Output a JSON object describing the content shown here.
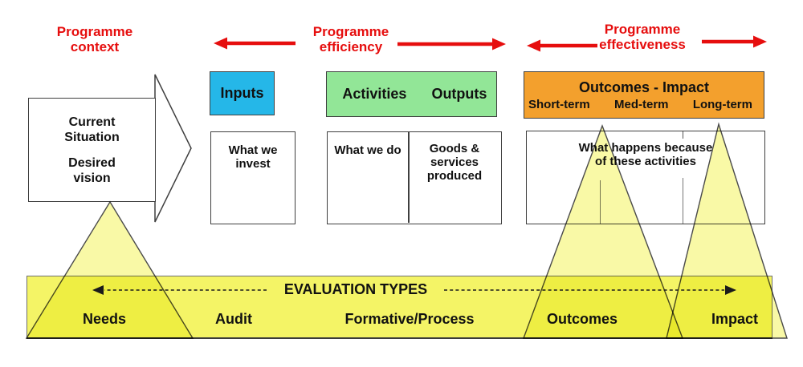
{
  "palette": {
    "red": "#e60e0e",
    "cyan": "#25b7e8",
    "green": "#92e697",
    "orange": "#f3a02d",
    "band-yellow": "#f4f466",
    "triangle-yellow": "#f7f790",
    "line-dark": "#3f3f3f"
  },
  "top_labels": {
    "context": {
      "line1": "Programme",
      "line2": "context"
    },
    "efficiency": {
      "line1": "Programme",
      "line2": "efficiency"
    },
    "effectiveness": {
      "line1": "Programme",
      "line2": "effectiveness"
    }
  },
  "context_box": {
    "para1_line1": "Current",
    "para1_line2": "Situation",
    "para2_line1": "Desired",
    "para2_line2": "vision"
  },
  "pipeline": {
    "inputs_title": "Inputs",
    "activities_title": "Activities",
    "outputs_title": "Outputs",
    "outcomes_title": "Outcomes - Impact",
    "outcomes_sub": [
      "Short-term",
      "Med-term",
      "Long-term"
    ],
    "inputs_desc": "What we invest",
    "activities_desc": "What we do",
    "outputs_desc": "Goods & services produced",
    "outcomes_desc_line1": "What happens because",
    "outcomes_desc_line2": "of these activities"
  },
  "evaluation": {
    "title": "EVALUATION TYPES",
    "labels": [
      "Needs",
      "Audit",
      "Formative/Process",
      "Outcomes",
      "Impact"
    ]
  }
}
